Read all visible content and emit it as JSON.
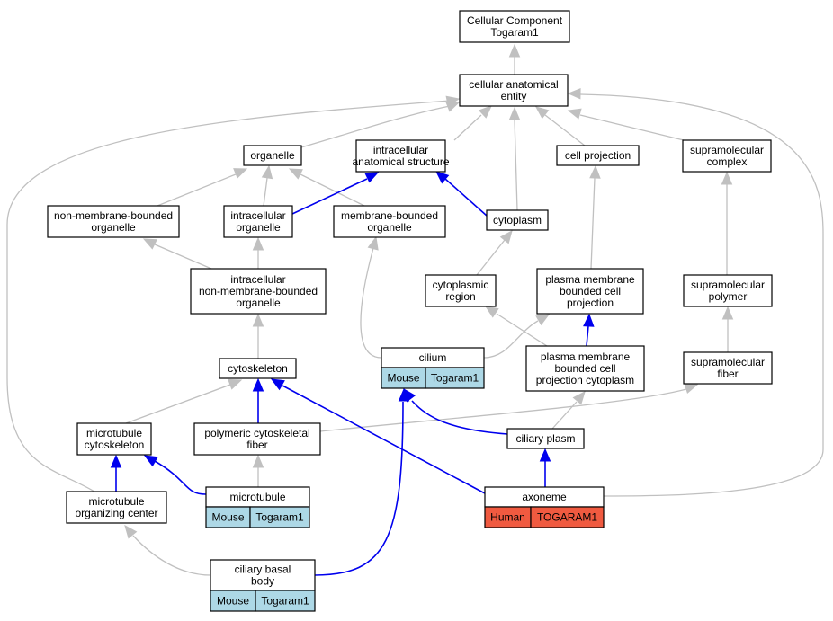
{
  "nodes": {
    "root": [
      "Cellular Component",
      "Togaram1"
    ],
    "cae": [
      "cellular anatomical",
      "entity"
    ],
    "organelle": [
      "organelle"
    ],
    "ias": [
      "intracellular",
      "anatomical structure"
    ],
    "cellproj": [
      "cell projection"
    ],
    "supcomplex": [
      "supramolecular",
      "complex"
    ],
    "nmbo": [
      "non-membrane-bounded",
      "organelle"
    ],
    "io": [
      "intracellular",
      "organelle"
    ],
    "mbo": [
      "membrane-bounded",
      "organelle"
    ],
    "cytoplasm": [
      "cytoplasm"
    ],
    "inmbo": [
      "intracellular",
      "non-membrane-bounded",
      "organelle"
    ],
    "cytoregion": [
      "cytoplasmic",
      "region"
    ],
    "pmbcp": [
      "plasma membrane",
      "bounded cell",
      "projection"
    ],
    "suppolymer": [
      "supramolecular",
      "polymer"
    ],
    "cytoskeleton": [
      "cytoskeleton"
    ],
    "cilium": [
      "cilium"
    ],
    "pmbcpc": [
      "plasma membrane",
      "bounded cell",
      "projection cytoplasm"
    ],
    "supfiber": [
      "supramolecular",
      "fiber"
    ],
    "mtcyto": [
      "microtubule",
      "cytoskeleton"
    ],
    "pcf": [
      "polymeric cytoskeletal",
      "fiber"
    ],
    "ciliaryplasm": [
      "ciliary plasm"
    ],
    "microtubule": [
      "microtubule"
    ],
    "axoneme": [
      "axoneme"
    ],
    "mtoc": [
      "microtubule",
      "organizing center"
    ],
    "basalbody": [
      "ciliary basal",
      "body"
    ]
  },
  "annotations": {
    "cilium": [
      "Mouse",
      "Togaram1"
    ],
    "microtubule": [
      "Mouse",
      "Togaram1"
    ],
    "axoneme": [
      "Human",
      "TOGARAM1"
    ],
    "basalbody": [
      "Mouse",
      "Togaram1"
    ]
  },
  "colors": {
    "mouse_cell": "#add8e6",
    "human_cell": "#f05a40",
    "gray_edge": "#c0c0c0",
    "blue_edge": "#0000ee"
  }
}
